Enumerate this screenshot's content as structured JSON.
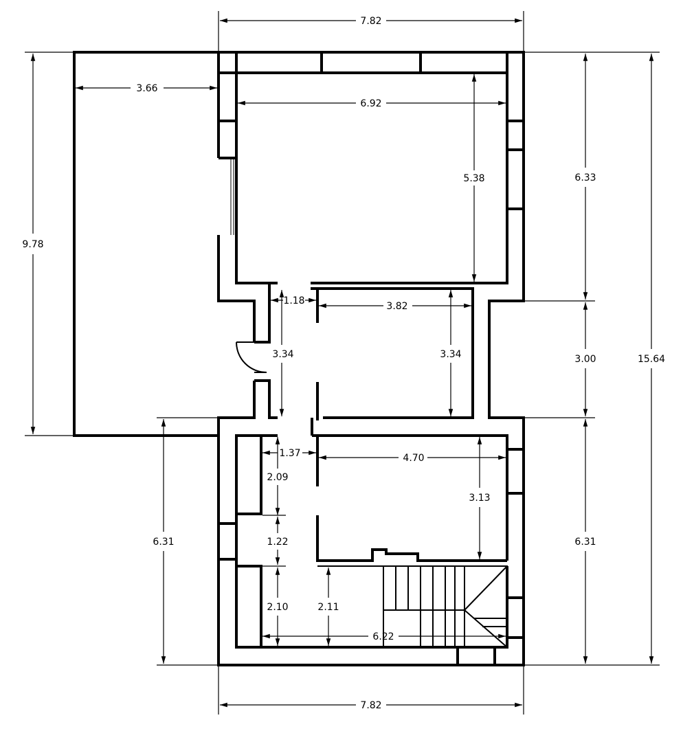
{
  "plan": {
    "dimensions": {
      "top_total_width": "7.82",
      "bottom_total_width": "7.82",
      "left_extension_width": "3.66",
      "left_extension_height": "9.78",
      "room1_width": "6.92",
      "room1_height": "5.38",
      "hall_width_upper": "1.18",
      "hall_height": "3.34",
      "room2_width": "3.82",
      "room2_height": "3.34",
      "hall_width_lower": "1.37",
      "room3_width": "4.70",
      "room3_height": "3.13",
      "closet1_height": "2.09",
      "passage_height": "1.22",
      "closet2_height": "2.10",
      "stair_area_height": "2.11",
      "bottom_inner_width": "6.22",
      "right_upper_height": "6.33",
      "right_middle_height": "3.00",
      "right_lower_height": "6.31",
      "left_lower_height": "6.31",
      "overall_height": "15.64"
    }
  }
}
